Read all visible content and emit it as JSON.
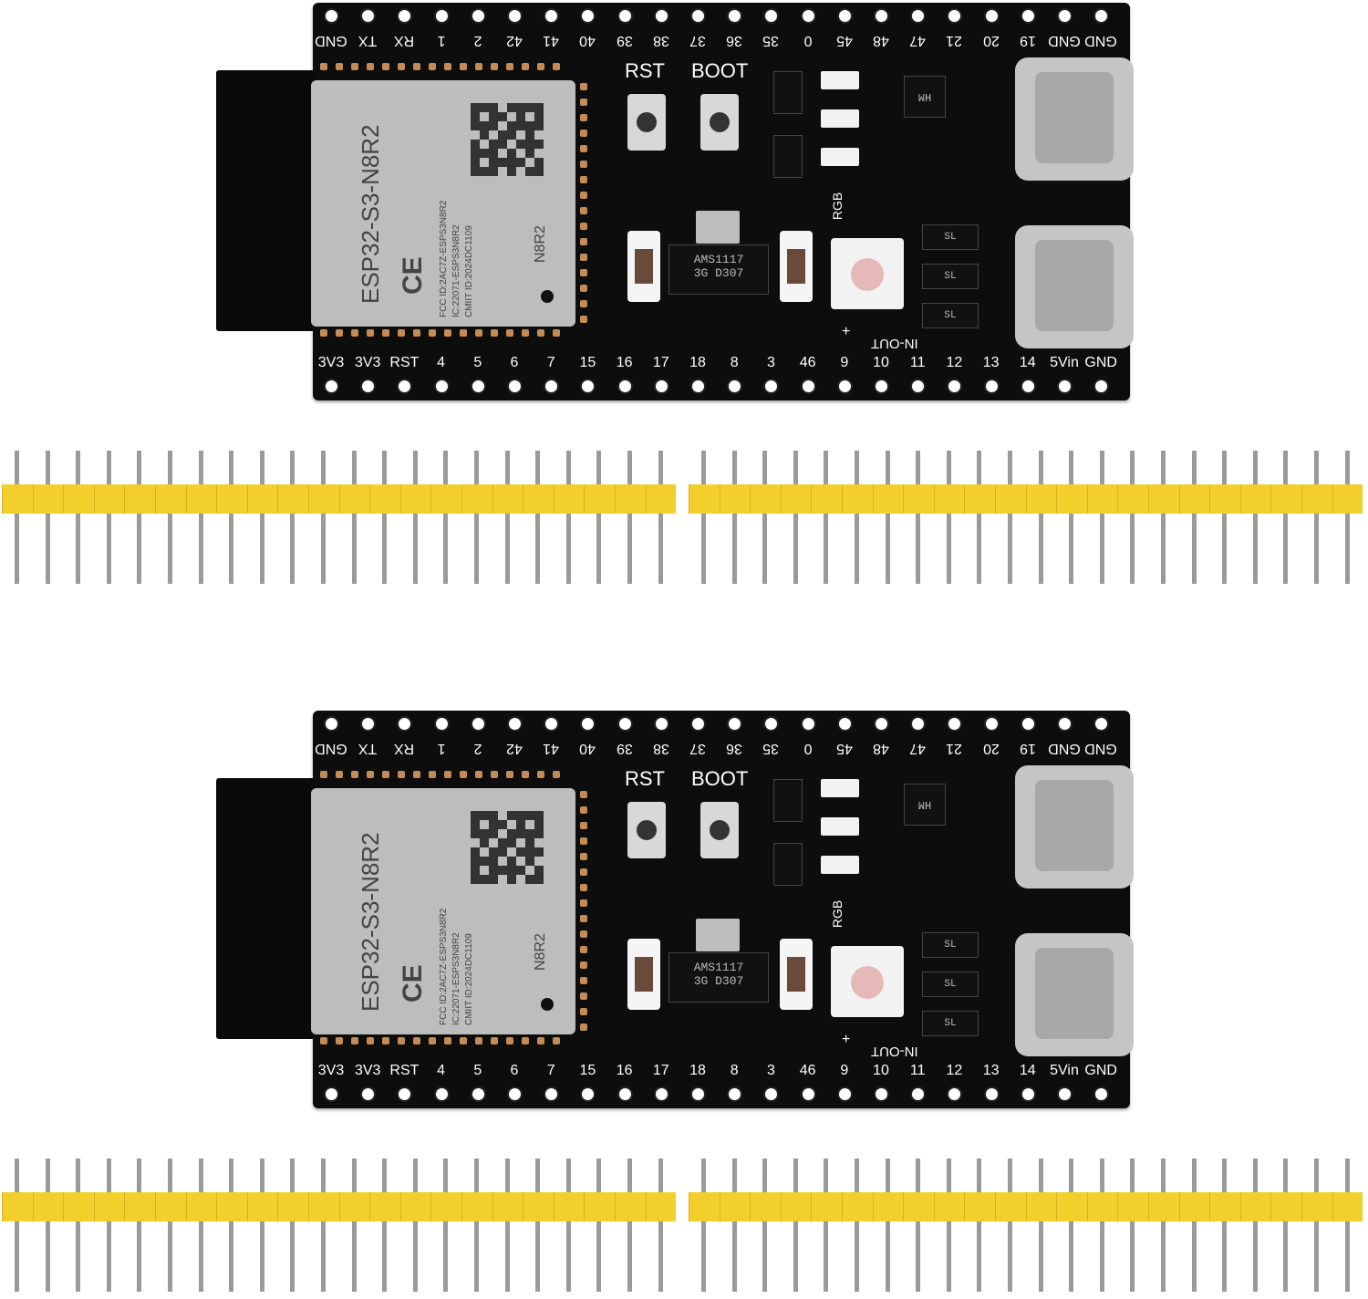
{
  "boards": [
    {
      "top_pins": [
        "GND",
        "TX",
        "RX",
        "1",
        "2",
        "42",
        "41",
        "40",
        "39",
        "38",
        "37",
        "36",
        "35",
        "0",
        "45",
        "48",
        "47",
        "21",
        "20",
        "19",
        "GND",
        "GND"
      ],
      "bottom_pins": [
        "3V3",
        "3V3",
        "RST",
        "4",
        "5",
        "6",
        "7",
        "15",
        "16",
        "17",
        "18",
        "8",
        "3",
        "46",
        "9",
        "10",
        "11",
        "12",
        "13",
        "14",
        "5Vin",
        "GND"
      ],
      "module_name": "ESP32-S3-N8R2",
      "module_variant": "N8R2",
      "module_fcc": "FCC ID:2AC7Z-ESPS3N8R2",
      "module_ic": "IC:22071-ESPS3N8R2",
      "module_cmiit": "CMIIT ID:2024DC1109",
      "ce_mark": "CE",
      "button_rst": "RST",
      "button_boot": "BOOT",
      "regulator": "AMS1117",
      "regulator_sub": "3G D307",
      "rgb_label": "RGB",
      "in_out_label": "IN-OUT",
      "plus_label": "+",
      "diode_label": "SL",
      "chip_label": "HM"
    },
    {
      "top_pins": [
        "GND",
        "TX",
        "RX",
        "1",
        "2",
        "42",
        "41",
        "40",
        "39",
        "38",
        "37",
        "36",
        "35",
        "0",
        "45",
        "48",
        "47",
        "21",
        "20",
        "19",
        "GND",
        "GND"
      ],
      "bottom_pins": [
        "3V3",
        "3V3",
        "RST",
        "4",
        "5",
        "6",
        "7",
        "15",
        "16",
        "17",
        "18",
        "8",
        "3",
        "46",
        "9",
        "10",
        "11",
        "12",
        "13",
        "14",
        "5Vin",
        "GND"
      ],
      "module_name": "ESP32-S3-N8R2",
      "module_variant": "N8R2",
      "module_fcc": "FCC ID:2AC7Z-ESPS3N8R2",
      "module_ic": "IC:22071-ESPS3N8R2",
      "module_cmiit": "CMIIT ID:2024DC1109",
      "ce_mark": "CE",
      "button_rst": "RST",
      "button_boot": "BOOT",
      "regulator": "AMS1117",
      "regulator_sub": "3G D307",
      "rgb_label": "RGB",
      "in_out_label": "IN-OUT",
      "plus_label": "+",
      "diode_label": "SL",
      "chip_label": "HM"
    }
  ],
  "header_strips": [
    {
      "segments": [
        {
          "pins": 22
        },
        {
          "pins": 22
        }
      ]
    },
    {
      "segments": [
        {
          "pins": 22
        },
        {
          "pins": 22
        }
      ]
    }
  ],
  "colors": {
    "pcb": "#0d0d0d",
    "module": "#bdbdbd",
    "header_plastic": "#f2cf2b",
    "header_pin": "#9a9a9a"
  }
}
